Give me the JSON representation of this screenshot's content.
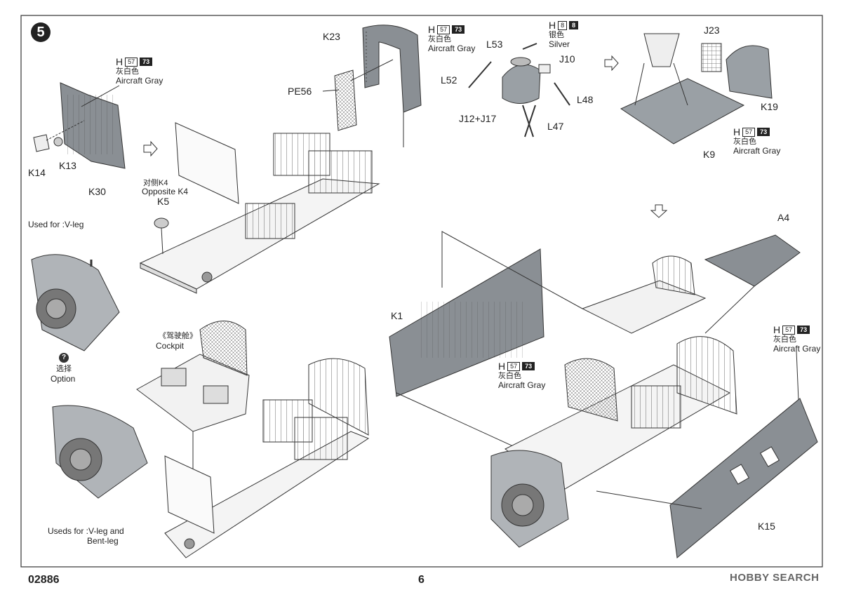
{
  "step": {
    "number": "5"
  },
  "footer": {
    "product_code": "02886",
    "page_number": "6",
    "watermark": "HOBBY SEARCH"
  },
  "paint": {
    "code_h": "H",
    "code_57": "57",
    "code_73": "73",
    "code_8a": "8",
    "code_8b": "8",
    "cn_gray": "灰白色",
    "en_gray": "Aircraft Gray",
    "cn_silver": "银色",
    "en_silver": "Silver"
  },
  "parts": {
    "k23": "K23",
    "pe56": "PE56",
    "k14": "K14",
    "k13": "K13",
    "k30": "K30",
    "k5": "K5",
    "l53": "L53",
    "l52": "L52",
    "j10": "J10",
    "l48": "L48",
    "j12_j17": "J12+J17",
    "l47": "L47",
    "j23": "J23",
    "k19": "K19",
    "k9": "K9",
    "a4": "A4",
    "k1": "K1",
    "k15": "K15"
  },
  "notes": {
    "opposite_cn": "对侧K4",
    "opposite_en": "Opposite K4",
    "used_vleg": "Used for :V-leg",
    "option_cn": "选择",
    "option_en": "Option",
    "option_mark": "?",
    "used_both_1": "Useds for :V-leg and",
    "used_both_2": "Bent-leg",
    "cockpit_cn": "《驾驶舱》",
    "cockpit_en": "Cockpit"
  },
  "colors": {
    "aircraft_gray": "#8a8f94",
    "line": "#333333",
    "paper": "#ffffff"
  }
}
